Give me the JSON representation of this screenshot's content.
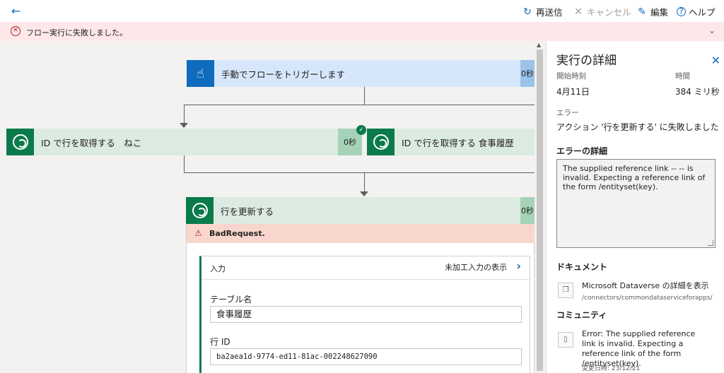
{
  "toolbar": {
    "resubmit_label": "再送信",
    "cancel_label": "キャンセル",
    "edit_label": "編集",
    "help_label": "ヘルプ"
  },
  "banner": {
    "message": "フロー実行に失敗しました。"
  },
  "flow": {
    "trigger": {
      "title": "手動でフローをトリガーします",
      "duration": "0秒"
    },
    "get_row_1": {
      "title": "ID で行を取得する　ねこ",
      "duration": "0秒"
    },
    "get_row_2": {
      "title": "ID で行を取得する 食事履歴"
    },
    "update_row": {
      "title": "行を更新する",
      "duration": "0秒",
      "error": "BadRequest.",
      "inputs": {
        "header": "入力",
        "raw_link": "未加工入力の表示",
        "table_label": "テーブル名",
        "table_value": "食事履歴",
        "row_id_label": "行 ID",
        "row_id_value": "ba2aea1d-9774-ed11-81ac-002248627090"
      }
    }
  },
  "panel": {
    "title": "実行の詳細",
    "start_label": "開始時刻",
    "start_value": "4月11日",
    "duration_label": "時間",
    "duration_value": "384 ミリ秒",
    "error_label": "エラー",
    "error_value": "アクション '行を更新する' に失敗しました",
    "error_details_heading": "エラーの詳細",
    "error_details_text": "The supplied reference link --  -- is invalid. Expecting a reference link of the form /entityset(key).",
    "docs_heading": "ドキュメント",
    "doc_link": "Microsoft Dataverse の詳細を表示",
    "doc_url": "/connectors/commondataserviceforapps/",
    "community_heading": "コミュニティ",
    "community_link": "Error: The supplied reference link is invalid. Expecting a reference link of the form /entityset(key).",
    "community_date": "変更日時: 23/12/21"
  }
}
